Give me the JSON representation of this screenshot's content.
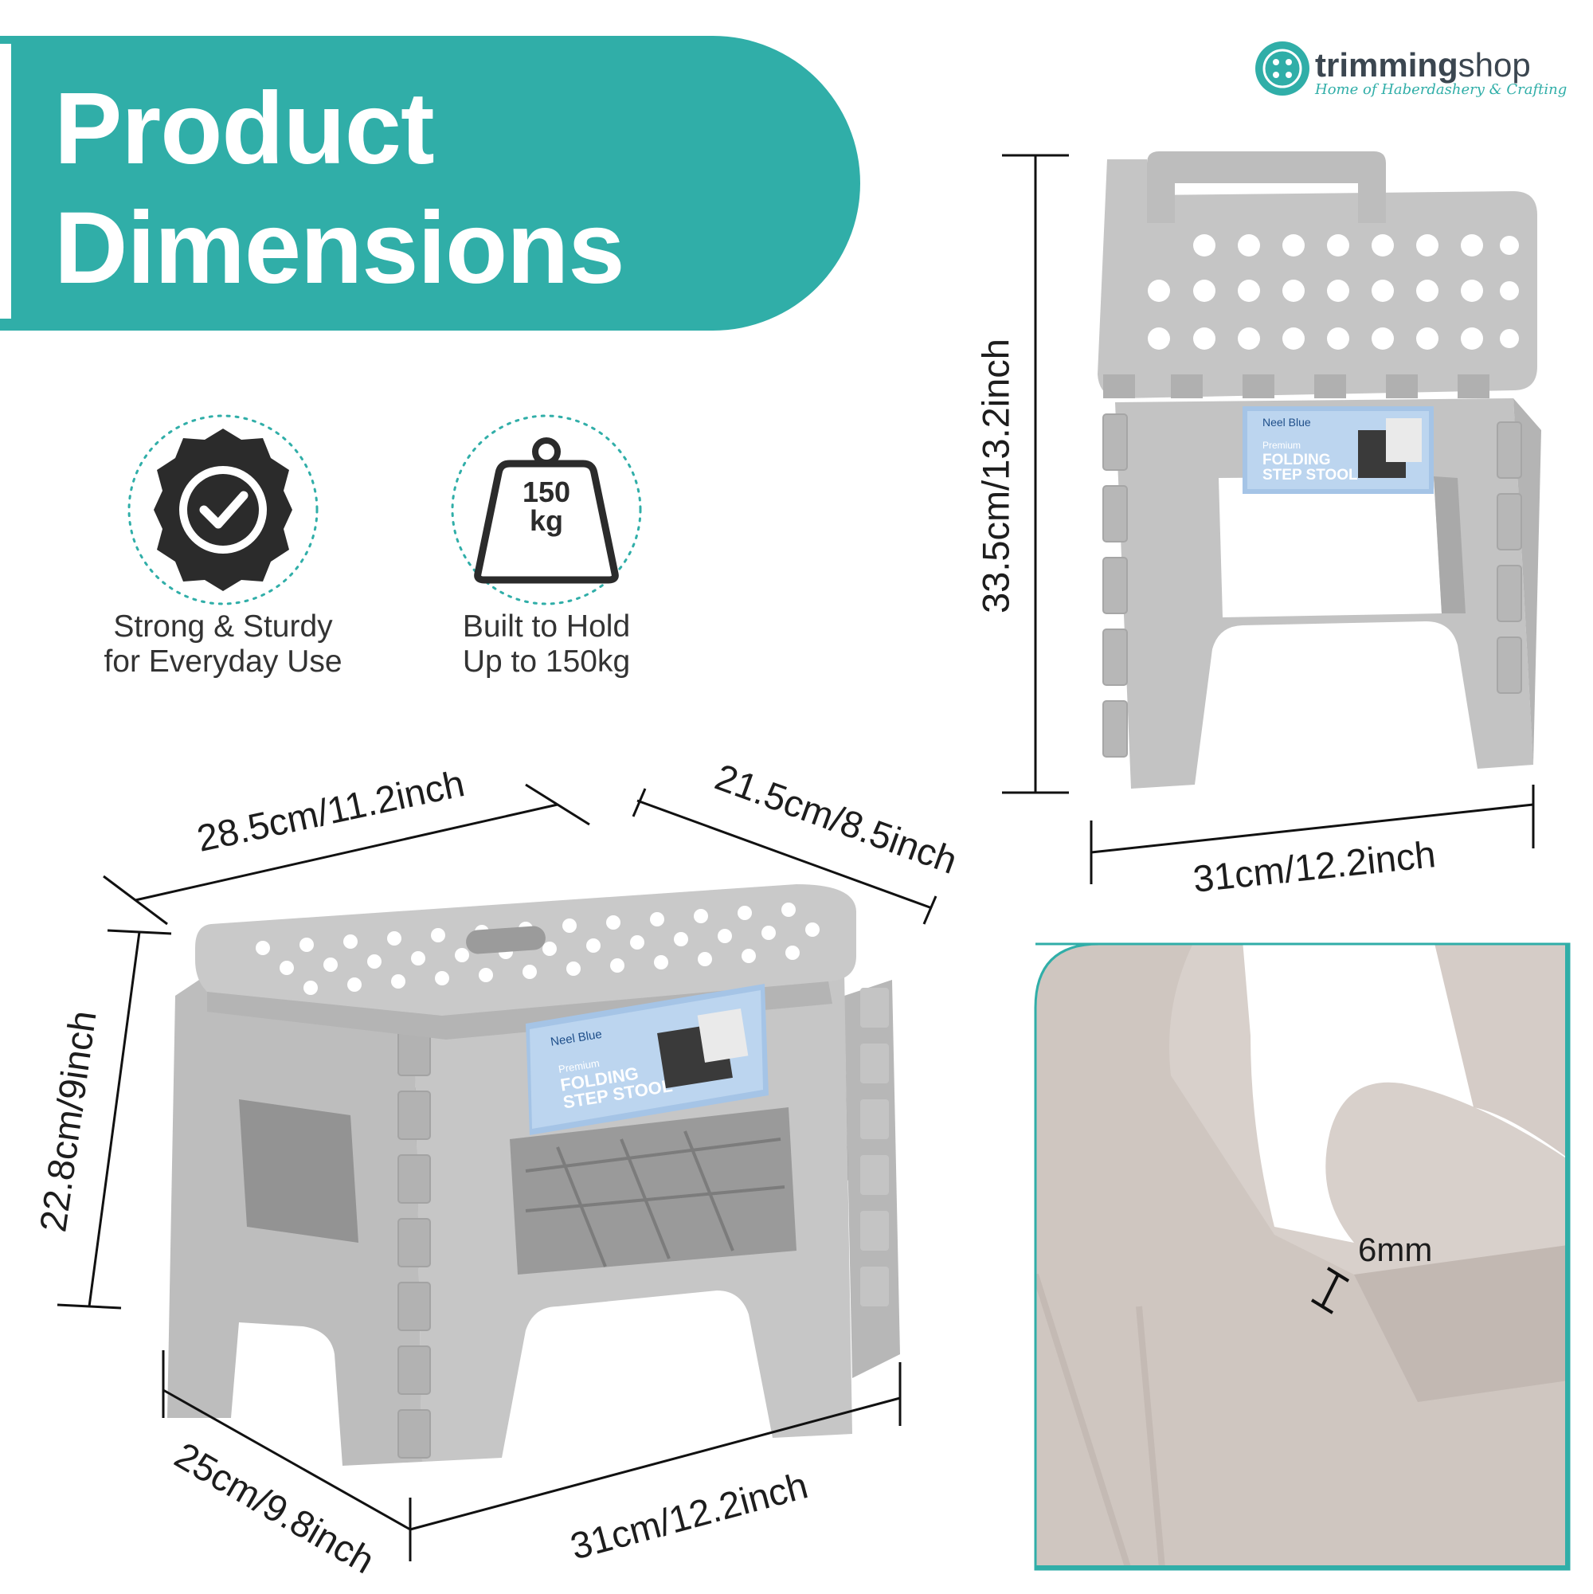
{
  "brand": {
    "name_bold": "trimming",
    "name_light": "shop",
    "tagline": "Home of Haberdashery & Crafting",
    "accent": "#30aea8"
  },
  "banner": {
    "line1": "Product",
    "line2": "Dimensions",
    "color": "#30aea8"
  },
  "features": [
    {
      "icon": "check-badge-icon",
      "line1": "Strong & Sturdy",
      "line2": "for Everyday Use"
    },
    {
      "icon": "weight-icon",
      "weight_top": "150",
      "weight_bottom": "kg",
      "line1": "Built to Hold",
      "line2": "Up to 150kg"
    }
  ],
  "product_label": {
    "brand": "Neel Blue",
    "premium": "Premium",
    "line1": "FOLDING",
    "line2": "STEP STOOL"
  },
  "dimensions": {
    "top_width": "28.5cm/11.2inch",
    "top_depth": "21.5cm/8.5inch",
    "height": "22.8cm/9inch",
    "base_depth": "25cm/9.8inch",
    "base_width": "31cm/12.2inch",
    "folded_height": "33.5cm/13.2inch",
    "folded_width": "31cm/12.2inch",
    "wall_thickness": "6mm"
  }
}
